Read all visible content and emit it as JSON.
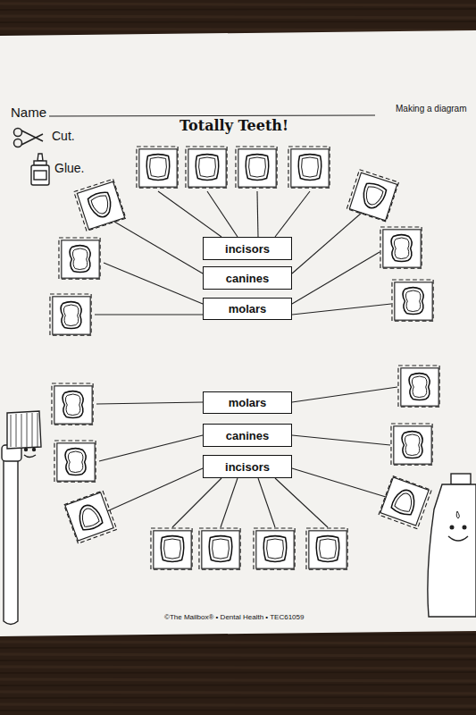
{
  "diagram": {
    "title": "Totally Teeth!",
    "nodes": [
      {
        "text": [
          "incisors"
        ]
      },
      {
        "text": [
          "canines"
        ]
      },
      {
        "text": [
          "molars"
        ]
      },
      {
        "text": [
          "molars"
        ]
      },
      {
        "text": [
          "canines"
        ]
      },
      {
        "text": [
          "incisors"
        ]
      }
    ],
    "labels": [
      "Name",
      "Making a diagram",
      "Cut.",
      "Glue.",
      "©The Mailbox® • Dental Health • TEC61059"
    ]
  }
}
